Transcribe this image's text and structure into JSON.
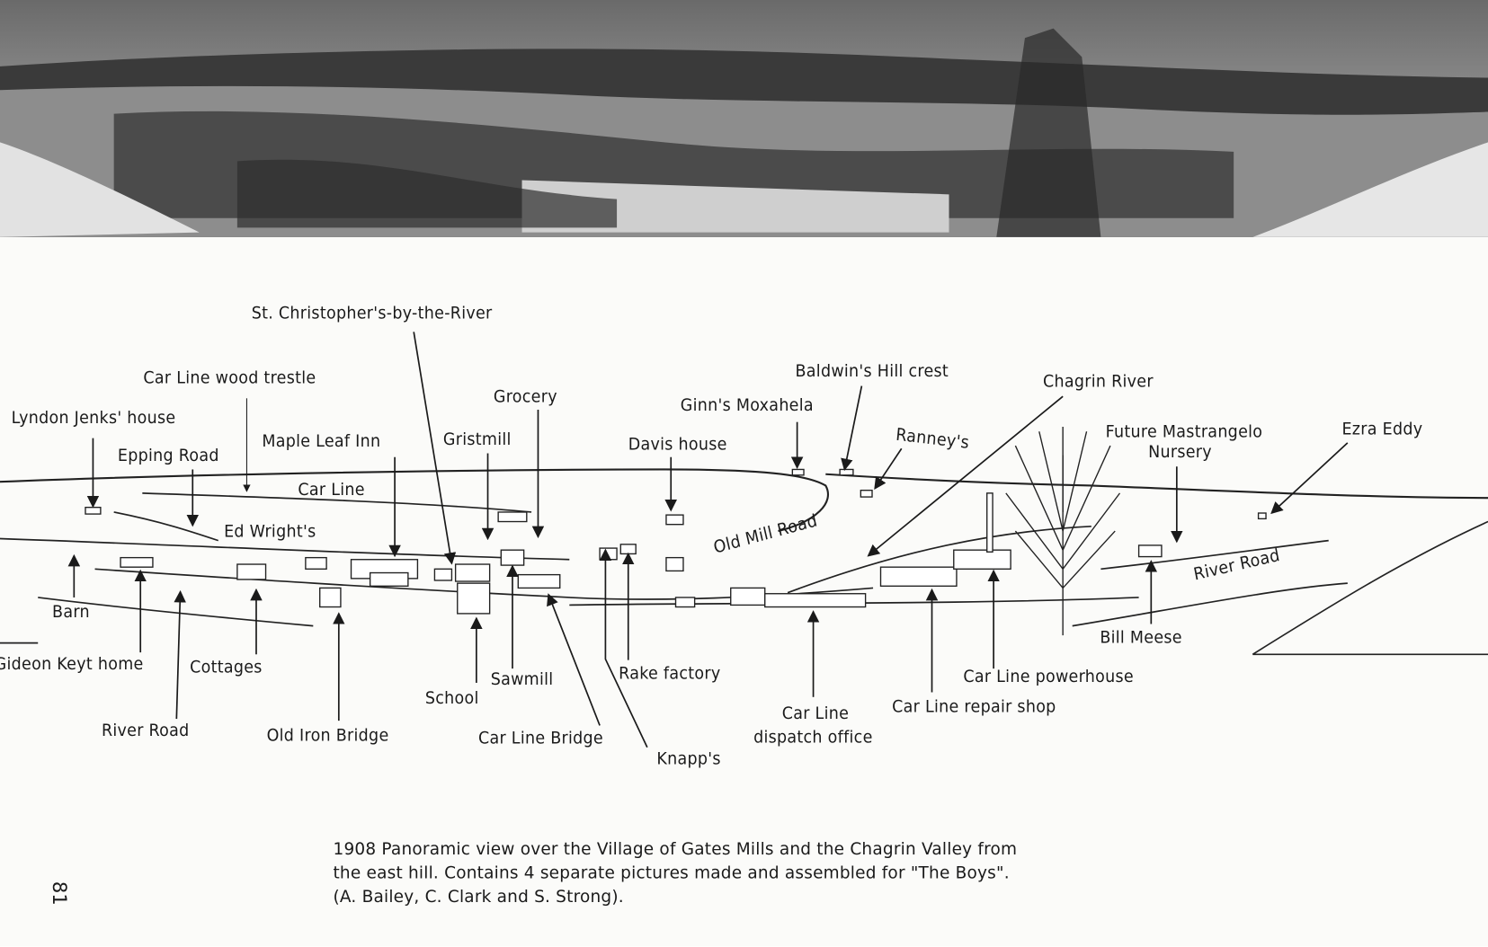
{
  "labels": {
    "st_christophers": "St. Christopher's-by-the-River",
    "car_line_wood_trestle": "Car Line wood trestle",
    "lyndon_jenks_house": "Lyndon Jenks' house",
    "epping_road": "Epping Road",
    "maple_leaf_inn": "Maple Leaf Inn",
    "car_line": "Car Line",
    "ed_wrights": "Ed Wright's",
    "grocery": "Grocery",
    "gristmill": "Gristmill",
    "ginns_moxahela": "Ginn's Moxahela",
    "davis_house": "Davis house",
    "baldwins_hill_crest": "Baldwin's Hill crest",
    "chagrin_river": "Chagrin River",
    "ranneys": "Ranney's",
    "future_mastrangelo_1": "Future Mastrangelo",
    "future_mastrangelo_2": "Nursery",
    "ezra_eddy": "Ezra Eddy",
    "old_mill_road": "Old Mill Road",
    "river_road_right": "River Road",
    "bill_meese": "Bill Meese",
    "barn": "Barn",
    "gideon_keyt_home": "Gideon Keyt home",
    "cottages": "Cottages",
    "river_road_left": "River Road",
    "old_iron_bridge": "Old Iron Bridge",
    "school": "School",
    "sawmill": "Sawmill",
    "car_line_bridge": "Car Line Bridge",
    "rake_factory": "Rake factory",
    "knapps": "Knapp's",
    "dispatch_1": "Car Line",
    "dispatch_2": "dispatch office",
    "car_line_repair_shop": "Car Line repair shop",
    "car_line_powerhouse": "Car Line powerhouse"
  },
  "caption": {
    "line1": "1908 Panoramic view over the Village of Gates Mills and the Chagrin Valley from",
    "line2": "the east hill.  Contains 4 separate pictures made and assembled for \"The Boys\".",
    "line3": "(A. Bailey, C. Clark and S. Strong)."
  },
  "page_number": "81"
}
